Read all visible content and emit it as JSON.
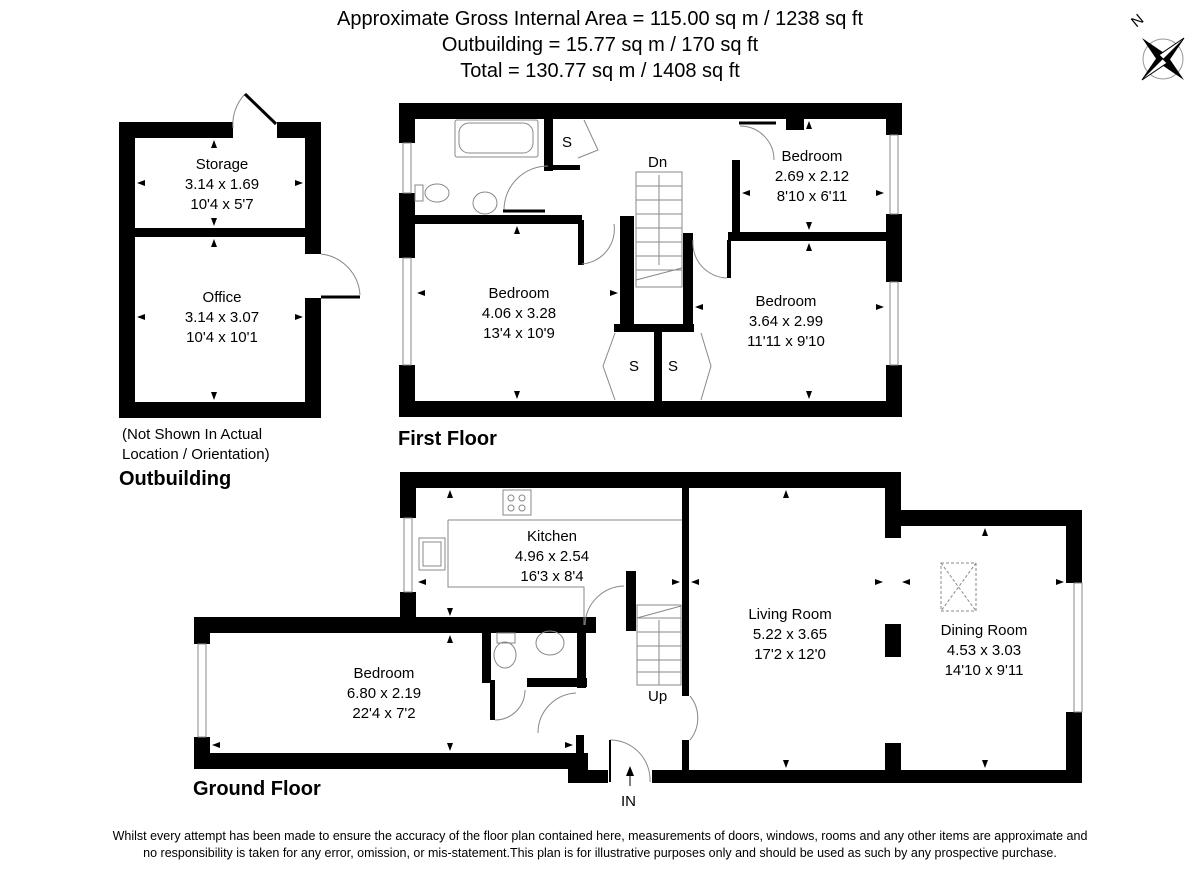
{
  "header": {
    "line1": "Approximate Gross Internal Area = 115.00 sq m / 1238 sq ft",
    "line2": "Outbuilding = 15.77 sq m / 170 sq ft",
    "line3": "Total = 130.77 sq m / 1408 sq ft"
  },
  "compass": {
    "label": "N",
    "icon": "compass-rose-icon"
  },
  "outbuilding": {
    "title": "Outbuilding",
    "note_line1": "(Not Shown In Actual",
    "note_line2": "Location / Orientation)",
    "rooms": [
      {
        "name": "Storage",
        "metric": "3.14 x 1.69",
        "imperial": "10'4 x 5'7"
      },
      {
        "name": "Office",
        "metric": "3.14 x 3.07",
        "imperial": "10'4 x 10'1"
      }
    ]
  },
  "first_floor": {
    "title": "First Floor",
    "stairs_label": "Dn",
    "storage_labels": [
      "S",
      "S",
      "S"
    ],
    "rooms": [
      {
        "name": "Bedroom",
        "metric": "2.69 x 2.12",
        "imperial": "8'10 x 6'11"
      },
      {
        "name": "Bedroom",
        "metric": "4.06 x 3.28",
        "imperial": "13'4 x 10'9"
      },
      {
        "name": "Bedroom",
        "metric": "3.64 x 2.99",
        "imperial": "11'11 x 9'10"
      }
    ]
  },
  "ground_floor": {
    "title": "Ground Floor",
    "stairs_label": "Up",
    "entrance_label": "IN",
    "rooms": [
      {
        "name": "Kitchen",
        "metric": "4.96 x 2.54",
        "imperial": "16'3 x 8'4"
      },
      {
        "name": "Bedroom",
        "metric": "6.80 x 2.19",
        "imperial": "22'4 x 7'2"
      },
      {
        "name": "Living Room",
        "metric": "5.22 x 3.65",
        "imperial": "17'2 x 12'0"
      },
      {
        "name": "Dining Room",
        "metric": "4.53 x 3.03",
        "imperial": "14'10 x 9'11"
      }
    ]
  },
  "disclaimer": {
    "line1": "Whilst every attempt has been made to ensure the accuracy of the floor plan contained here, measurements of doors, windows, rooms and any other items are approximate and",
    "line2": "no responsibility is taken for any error, omission, or mis-statement.This plan is for illustrative purposes only and should be used as such by any prospective purchase."
  },
  "colors": {
    "wall": "#000000",
    "fixture_line": "#808080",
    "background": "#ffffff"
  }
}
